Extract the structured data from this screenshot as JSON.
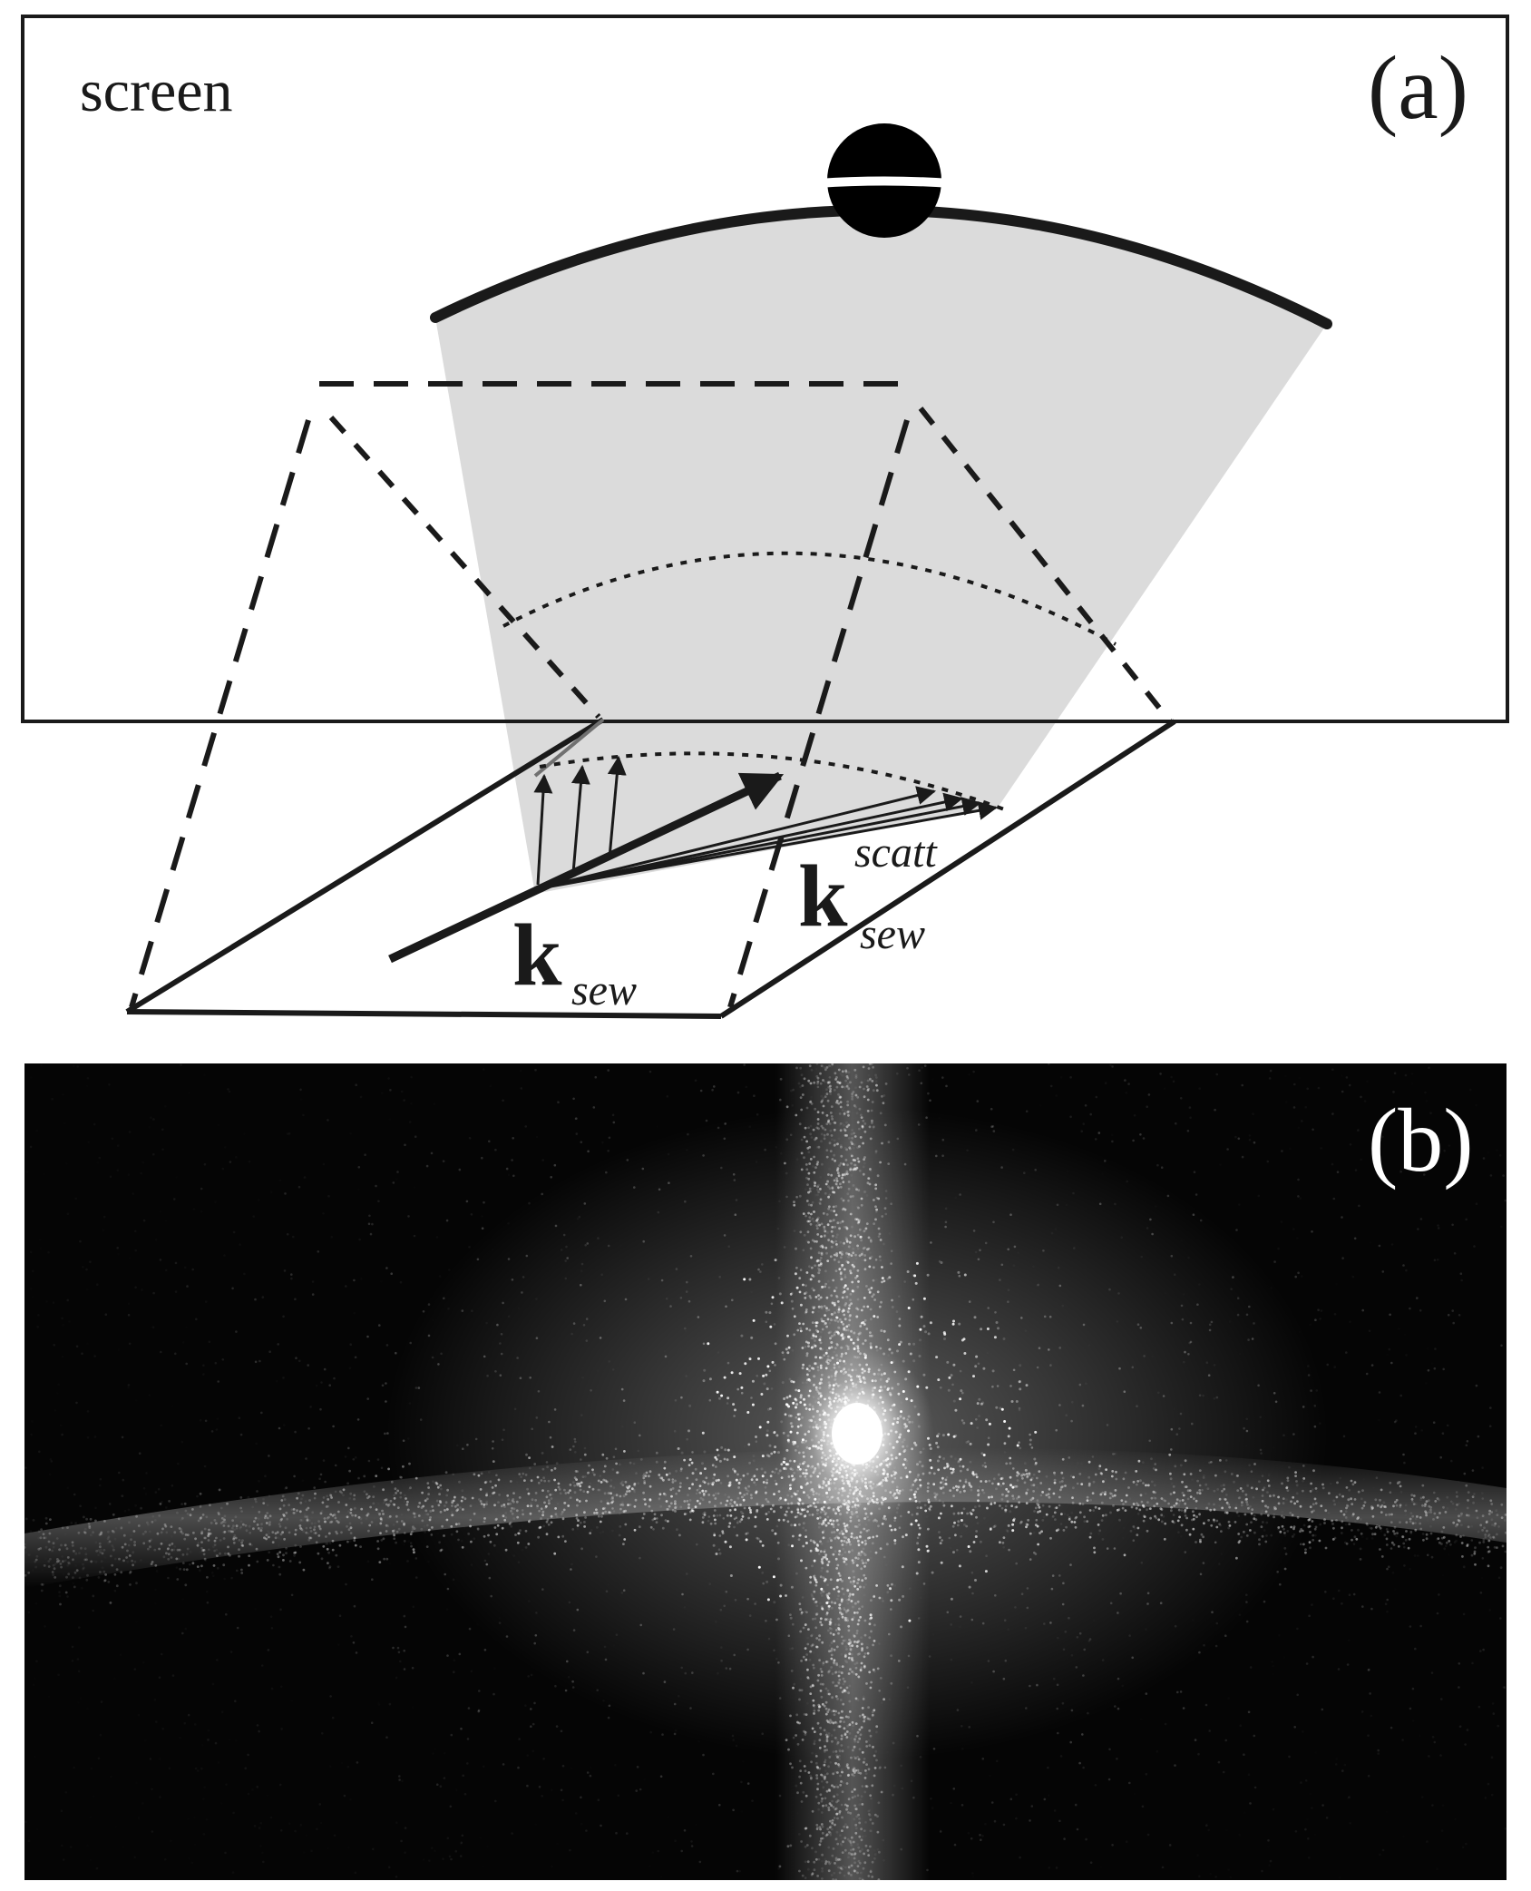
{
  "panel_a": {
    "screen_label": "screen",
    "panel_label": "(a)",
    "k_symbol": "k",
    "k_sew_subscript": "sew",
    "k_scatt_superscript": "scatt",
    "k_scatt_subscript": "sew"
  },
  "panel_b": {
    "panel_label": "(b)"
  },
  "colors": {
    "line": "#1a1a1a",
    "wedge": "#d9d9d9",
    "background_b": "#000000",
    "speckle": "#ffffff"
  }
}
